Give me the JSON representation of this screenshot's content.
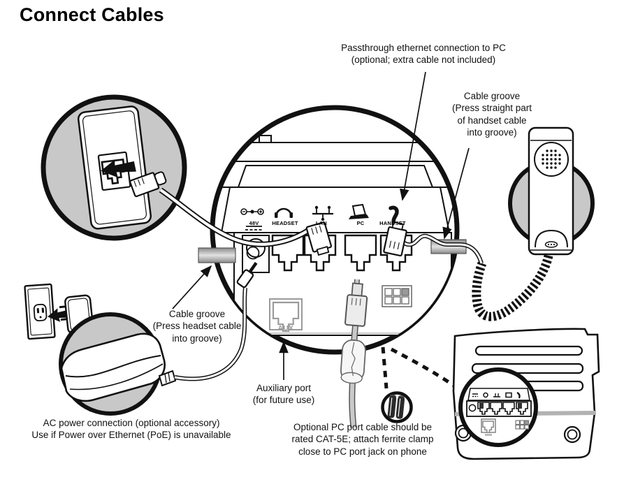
{
  "title": "Connect Cables",
  "annotations": {
    "passthrough": [
      "Passthrough ethernet connection to PC",
      "(optional; extra cable not included)"
    ],
    "groove_right": [
      "Cable groove",
      "(Press straight part",
      "of handset cable",
      "into groove)"
    ],
    "groove_left": [
      "Cable groove",
      "(Press headset cable",
      "into groove)"
    ],
    "aux": [
      "Auxiliary port",
      "(for future use)"
    ],
    "ac_power": [
      "AC power connection (optional accessory)",
      "Use if Power over Ethernet (PoE) is unavailable"
    ],
    "pc_cable": [
      "Optional PC port cable should be",
      "rated CAT-5E; attach ferrite clamp",
      "close to PC port jack on phone"
    ]
  },
  "port_labels": {
    "power": "48V",
    "headset": "HEADSET",
    "lan": "LAN",
    "pc": "PC",
    "handset": "HANDSET",
    "aux": "AUX"
  },
  "icons": [
    "power-polarity-icon",
    "headset-icon",
    "lan-icon",
    "pc-icon",
    "handset-icon",
    "ferrite-clamp-icon"
  ],
  "colors": {
    "callout_fill": "#c8c8c8",
    "ink": "#111111",
    "aux_text": "#9a9a9a"
  }
}
